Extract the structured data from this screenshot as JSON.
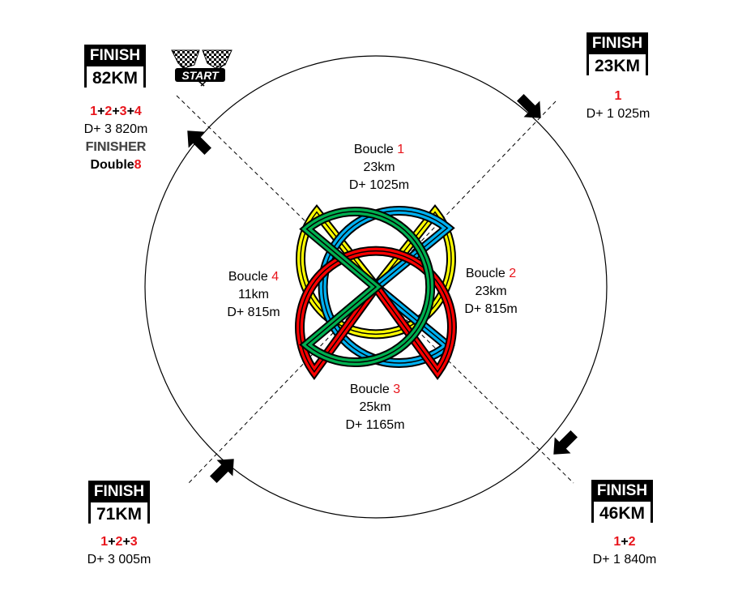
{
  "loops": [
    {
      "word": "Boucle",
      "num": "1",
      "dist": "23km",
      "elev": "D+ 1025m",
      "color": "#ffff00"
    },
    {
      "word": "Boucle",
      "num": "2",
      "dist": "23km",
      "elev": "D+ 815m",
      "color": "#00b0f0"
    },
    {
      "word": "Boucle",
      "num": "3",
      "dist": "25km",
      "elev": "D+ 1165m",
      "color": "#ff0000"
    },
    {
      "word": "Boucle",
      "num": "4",
      "dist": "11km",
      "elev": "D+ 815m",
      "color": "#00b050"
    }
  ],
  "finishes": {
    "top_left": {
      "head": "FINISH",
      "km": "82KM",
      "seq": [
        "1",
        "+",
        "2",
        "+",
        "3",
        "+",
        "4"
      ],
      "elev": "D+ 3 820m",
      "extra1": "FINISHER",
      "extra2_word": "Double",
      "extra2_num": "8"
    },
    "top_right": {
      "head": "FINISH",
      "km": "23KM",
      "seq": [
        "1"
      ],
      "elev": "D+ 1 025m"
    },
    "bottom_right": {
      "head": "FINISH",
      "km": "46KM",
      "seq": [
        "1",
        "+",
        "2"
      ],
      "elev": "D+ 1 840m"
    },
    "bottom_left": {
      "head": "FINISH",
      "km": "71KM",
      "seq": [
        "1",
        "+",
        "2",
        "+",
        "3"
      ],
      "elev": "D+ 3 005m"
    }
  },
  "start": {
    "label": "START"
  },
  "colors": {
    "accent_red": "#e8141b",
    "outline": "#000000"
  }
}
